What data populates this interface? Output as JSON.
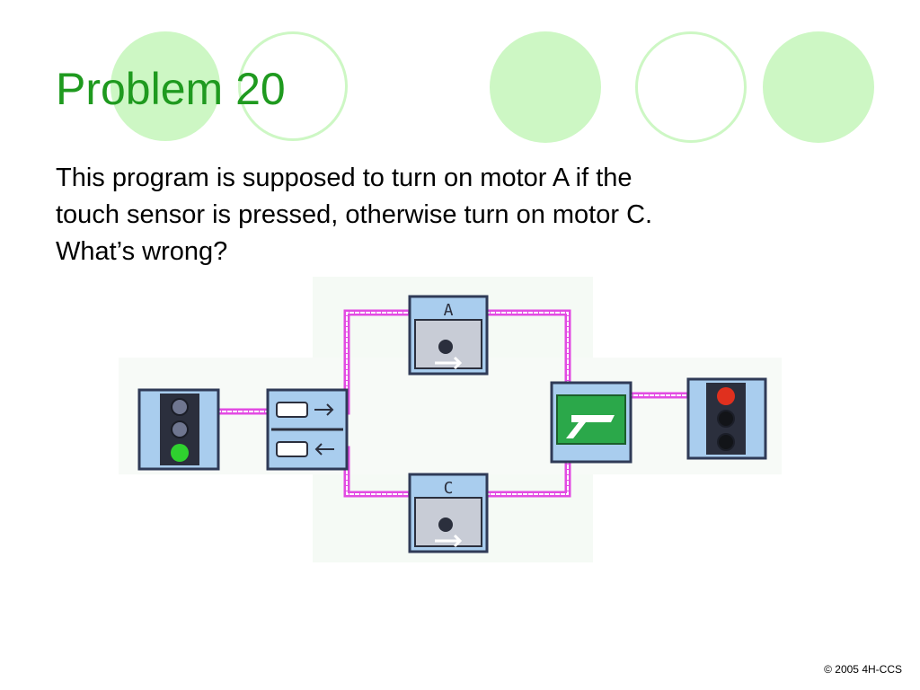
{
  "slide": {
    "title": "Problem 20",
    "body": [
      "This program is supposed to turn on motor A if the",
      "touch sensor is pressed, otherwise turn on motor C.",
      "What’s wrong?"
    ],
    "footer": "© 2005 4H-CCS"
  },
  "diagram": {
    "motor_a_label": "A",
    "motor_c_label": "C",
    "colors": {
      "wire": "#e24be2",
      "block_fill": "#a9cdee",
      "block_border": "#2f3a57",
      "green_light": "#2fd12f",
      "red_light": "#e0301e",
      "panel_green": "#2ba84a"
    },
    "icons": [
      "start-traffic-light-icon",
      "touch-sensor-fork-icon",
      "motor-a-icon",
      "motor-c-icon",
      "merge-icon",
      "stop-traffic-light-icon"
    ]
  }
}
